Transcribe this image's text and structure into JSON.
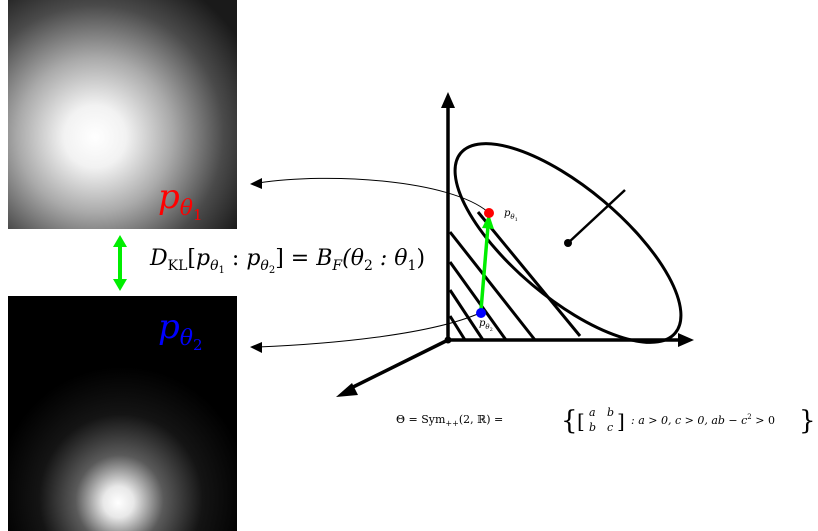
{
  "top_image": {
    "label_main": "p",
    "label_sub": "θ",
    "label_subsub": "1",
    "label_color": "#ff0000"
  },
  "bottom_image": {
    "label_main": "p",
    "label_sub": "θ",
    "label_subsub": "2",
    "label_color": "#0000ff"
  },
  "divergence": {
    "lhs_D": "D",
    "lhs_KL": "KL",
    "lhs_open": "[",
    "lhs_p1": "p",
    "lhs_theta1": "θ",
    "lhs_one": "1",
    "lhs_colon": " : ",
    "lhs_p2": "p",
    "lhs_theta2": "θ",
    "lhs_two": "2",
    "lhs_close": "]",
    "eq": " = ",
    "rhs_B": "B",
    "rhs_F": "F",
    "rhs_args": "(θ",
    "rhs_two": "2",
    "rhs_colon": " : θ",
    "rhs_one": "1",
    "rhs_close": ")",
    "arrow_color": "#00ee00"
  },
  "cone": {
    "point1_label": "p",
    "point1_sub": "θ",
    "point1_subsub": "1",
    "point1_color": "#ff0000",
    "point2_label": "p",
    "point2_sub": "θ",
    "point2_subsub": "2",
    "point2_color": "#0000ff",
    "geodesic_color": "#00ee00"
  },
  "parameter_space": {
    "theta": "Θ = ",
    "sym": "Sym",
    "sym_sub": "++",
    "args": "(2, ℝ) = ",
    "m_a": "a",
    "m_b1": "b",
    "m_b2": "b",
    "m_c": "c",
    "condition": ": a > 0, c > 0, ab − c",
    "sq": "2",
    "cond_end": " > 0"
  }
}
